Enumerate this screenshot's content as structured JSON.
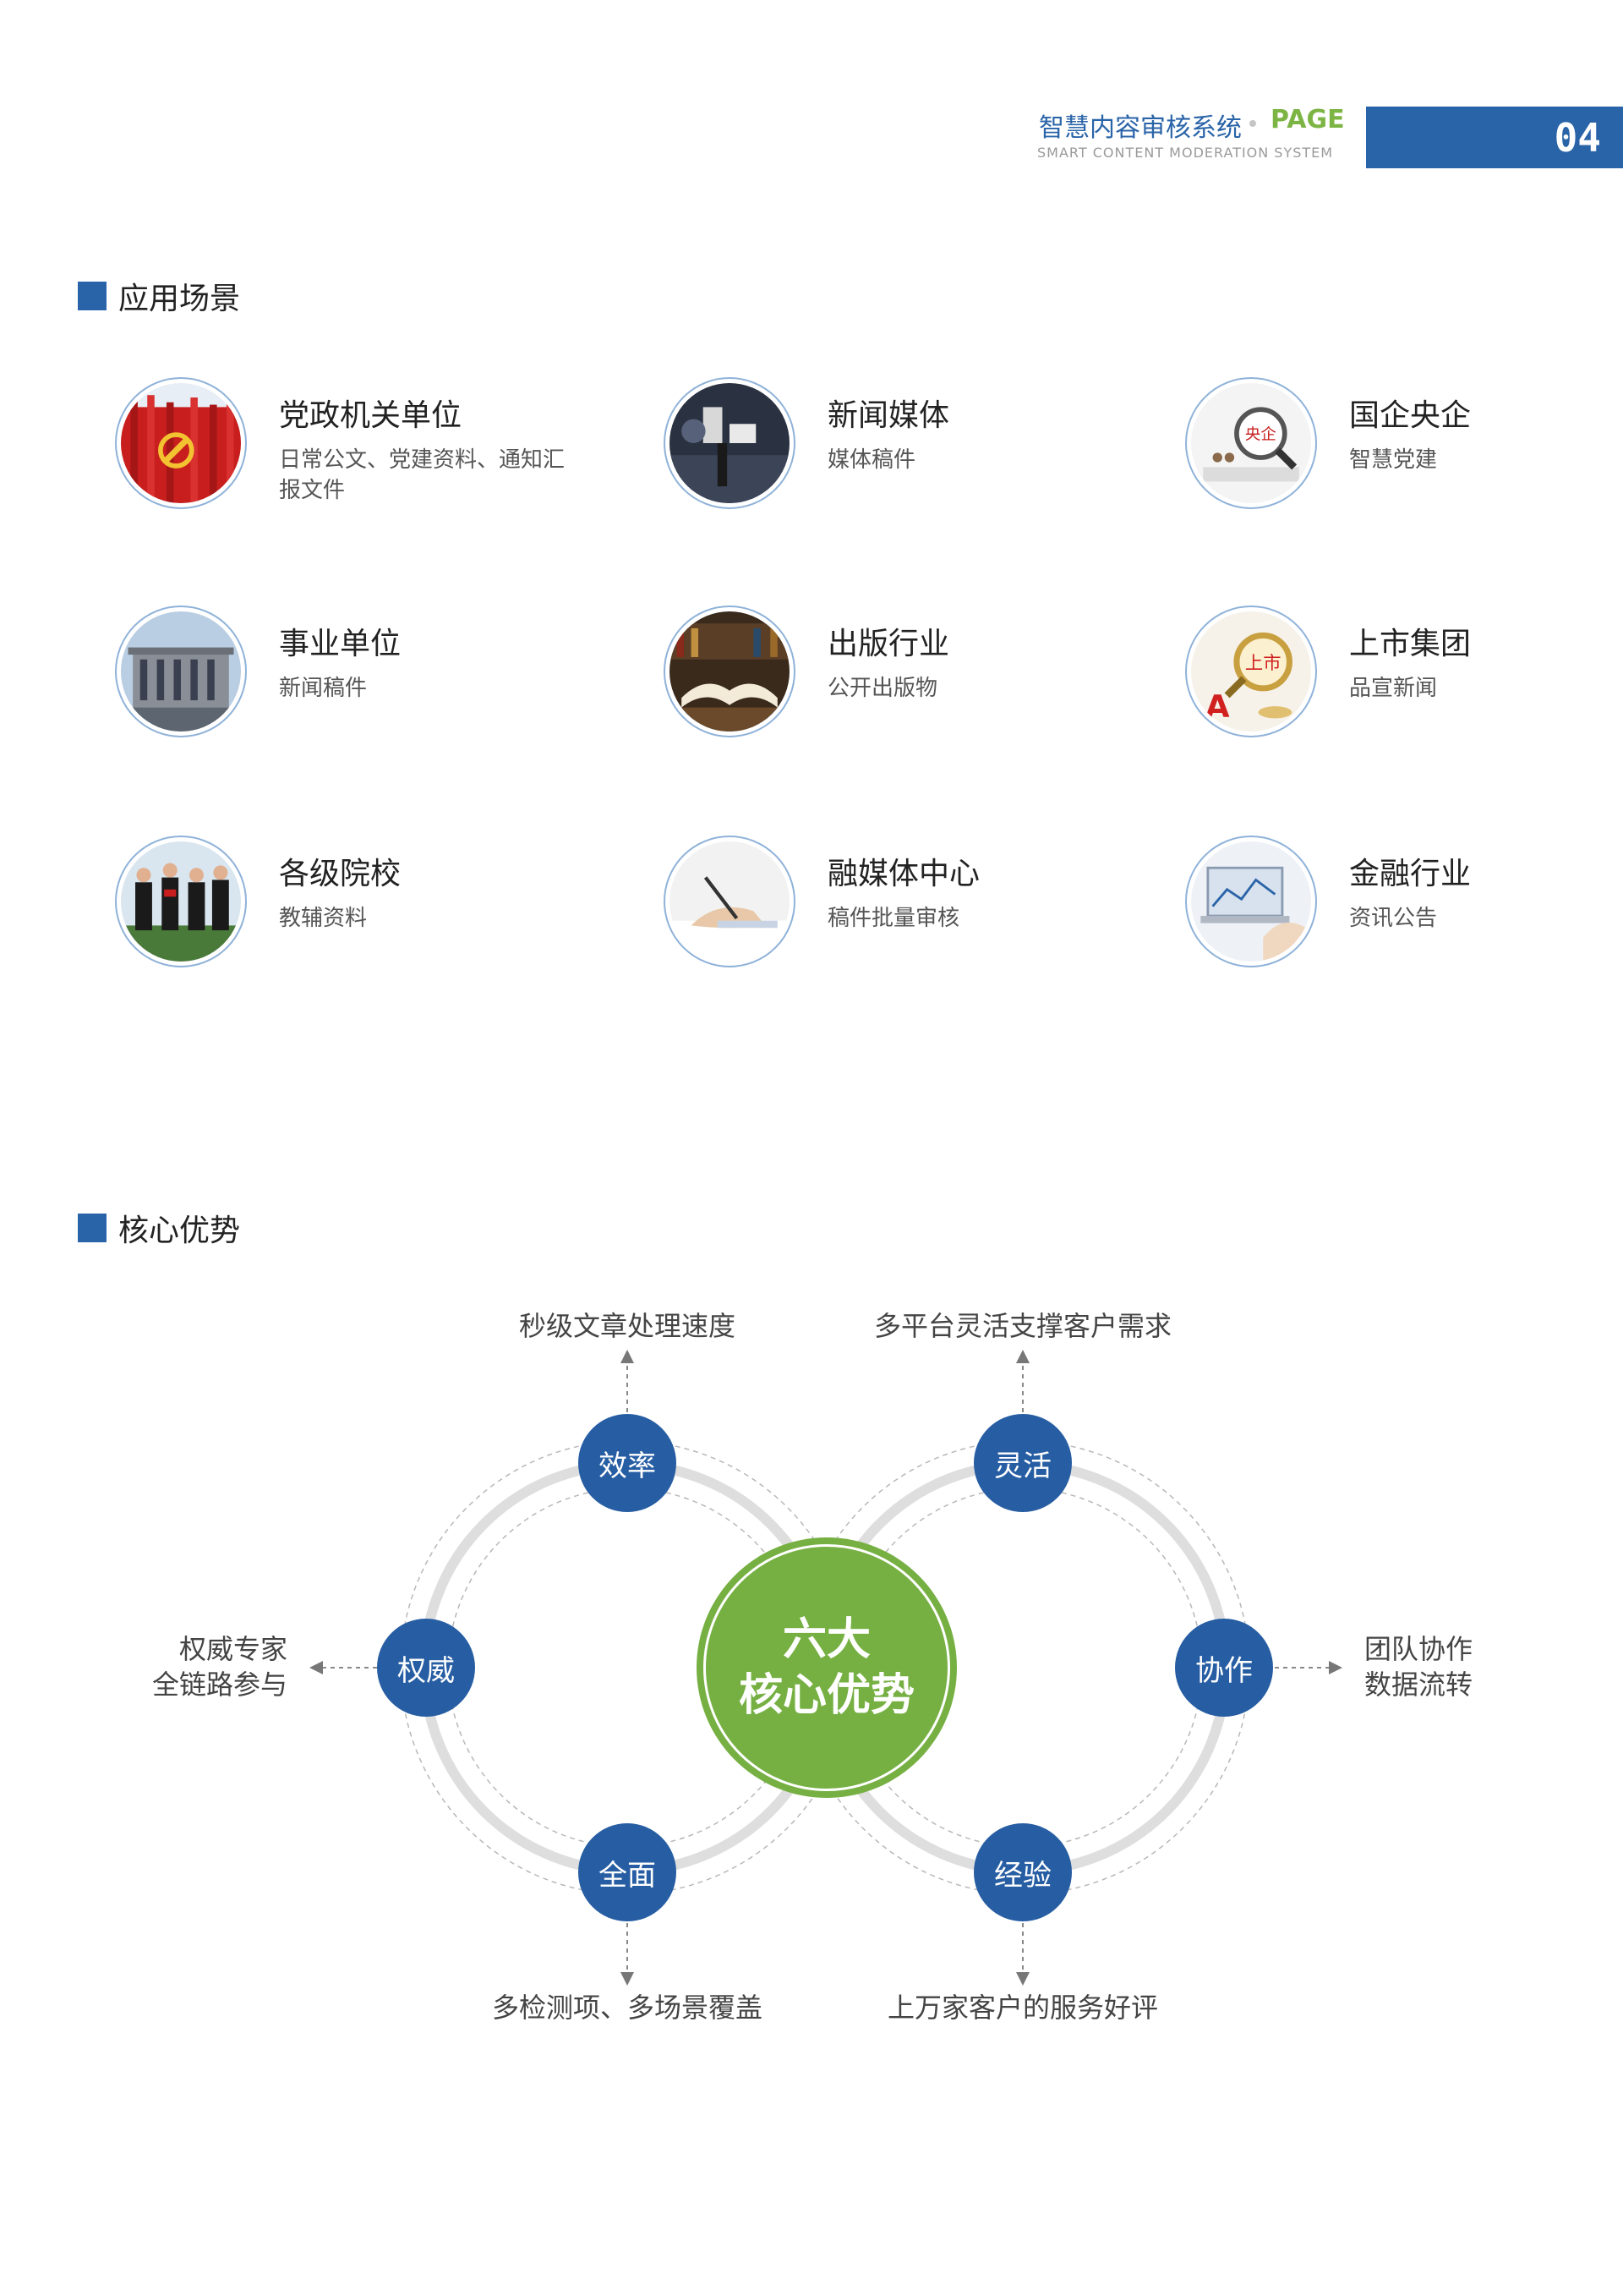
{
  "header": {
    "title": "智慧内容审核系统",
    "page_label": "PAGE",
    "subtitle": "SMART CONTENT MODERATION SYSTEM",
    "page_number": "04",
    "accent_color": "#2a64a8",
    "green_color": "#7db545"
  },
  "section1": {
    "title": "应用场景",
    "items": [
      {
        "title": "党政机关单位",
        "desc": "日常公文、党建资料、通知汇报文件",
        "icon": "party-emblem-image"
      },
      {
        "title": "新闻媒体",
        "desc": "媒体稿件",
        "icon": "news-microphone-image"
      },
      {
        "title": "国企央企",
        "desc": "智慧党建",
        "icon": "magnifier-central-enterprise-image"
      },
      {
        "title": "事业单位",
        "desc": "新闻稿件",
        "icon": "public-building-image"
      },
      {
        "title": "出版行业",
        "desc": "公开出版物",
        "icon": "open-book-image"
      },
      {
        "title": "上市集团",
        "desc": "品宣新闻",
        "icon": "magnifier-listing-image"
      },
      {
        "title": "各级院校",
        "desc": "教辅资料",
        "icon": "graduates-image"
      },
      {
        "title": "融媒体中心",
        "desc": "稿件批量审核",
        "icon": "writing-hand-image"
      },
      {
        "title": "金融行业",
        "desc": "资讯公告",
        "icon": "finance-laptop-image"
      }
    ]
  },
  "section2": {
    "title": "核心优势",
    "center": {
      "line1": "六大",
      "line2": "核心优势"
    },
    "nodes": {
      "efficiency": "效率",
      "flexible": "灵活",
      "authority": "权威",
      "collaboration": "协作",
      "comprehensive": "全面",
      "experience": "经验"
    },
    "labels": {
      "efficiency": "秒级文章处理速度",
      "flexible": "多平台灵活支撑客户需求",
      "authority_1": "权威专家",
      "authority_2": "全链路参与",
      "collaboration_1": "团队协作",
      "collaboration_2": "数据流转",
      "comprehensive": "多检测项、多场景覆盖",
      "experience": "上万家客户的服务好评"
    }
  }
}
